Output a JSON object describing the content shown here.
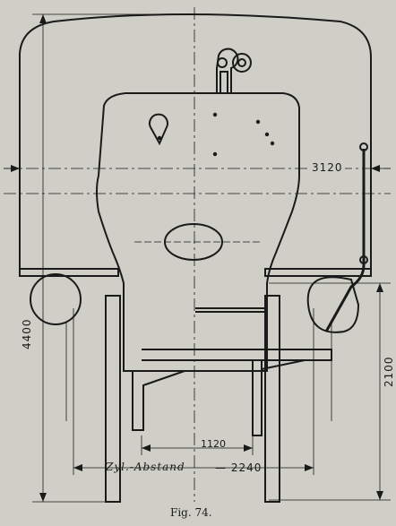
{
  "figure": {
    "caption": "Fig. 74.",
    "dimensions": {
      "width_top": "3120",
      "height_total": "4400",
      "height_lower": "2100",
      "inner_spacing": "1120",
      "cylinder_spacing_label": "Zyl.-Abstand",
      "cylinder_spacing_value": "— 2240"
    }
  },
  "colors": {
    "background": "#cfcfc7",
    "ink": "#1a1a1a"
  }
}
